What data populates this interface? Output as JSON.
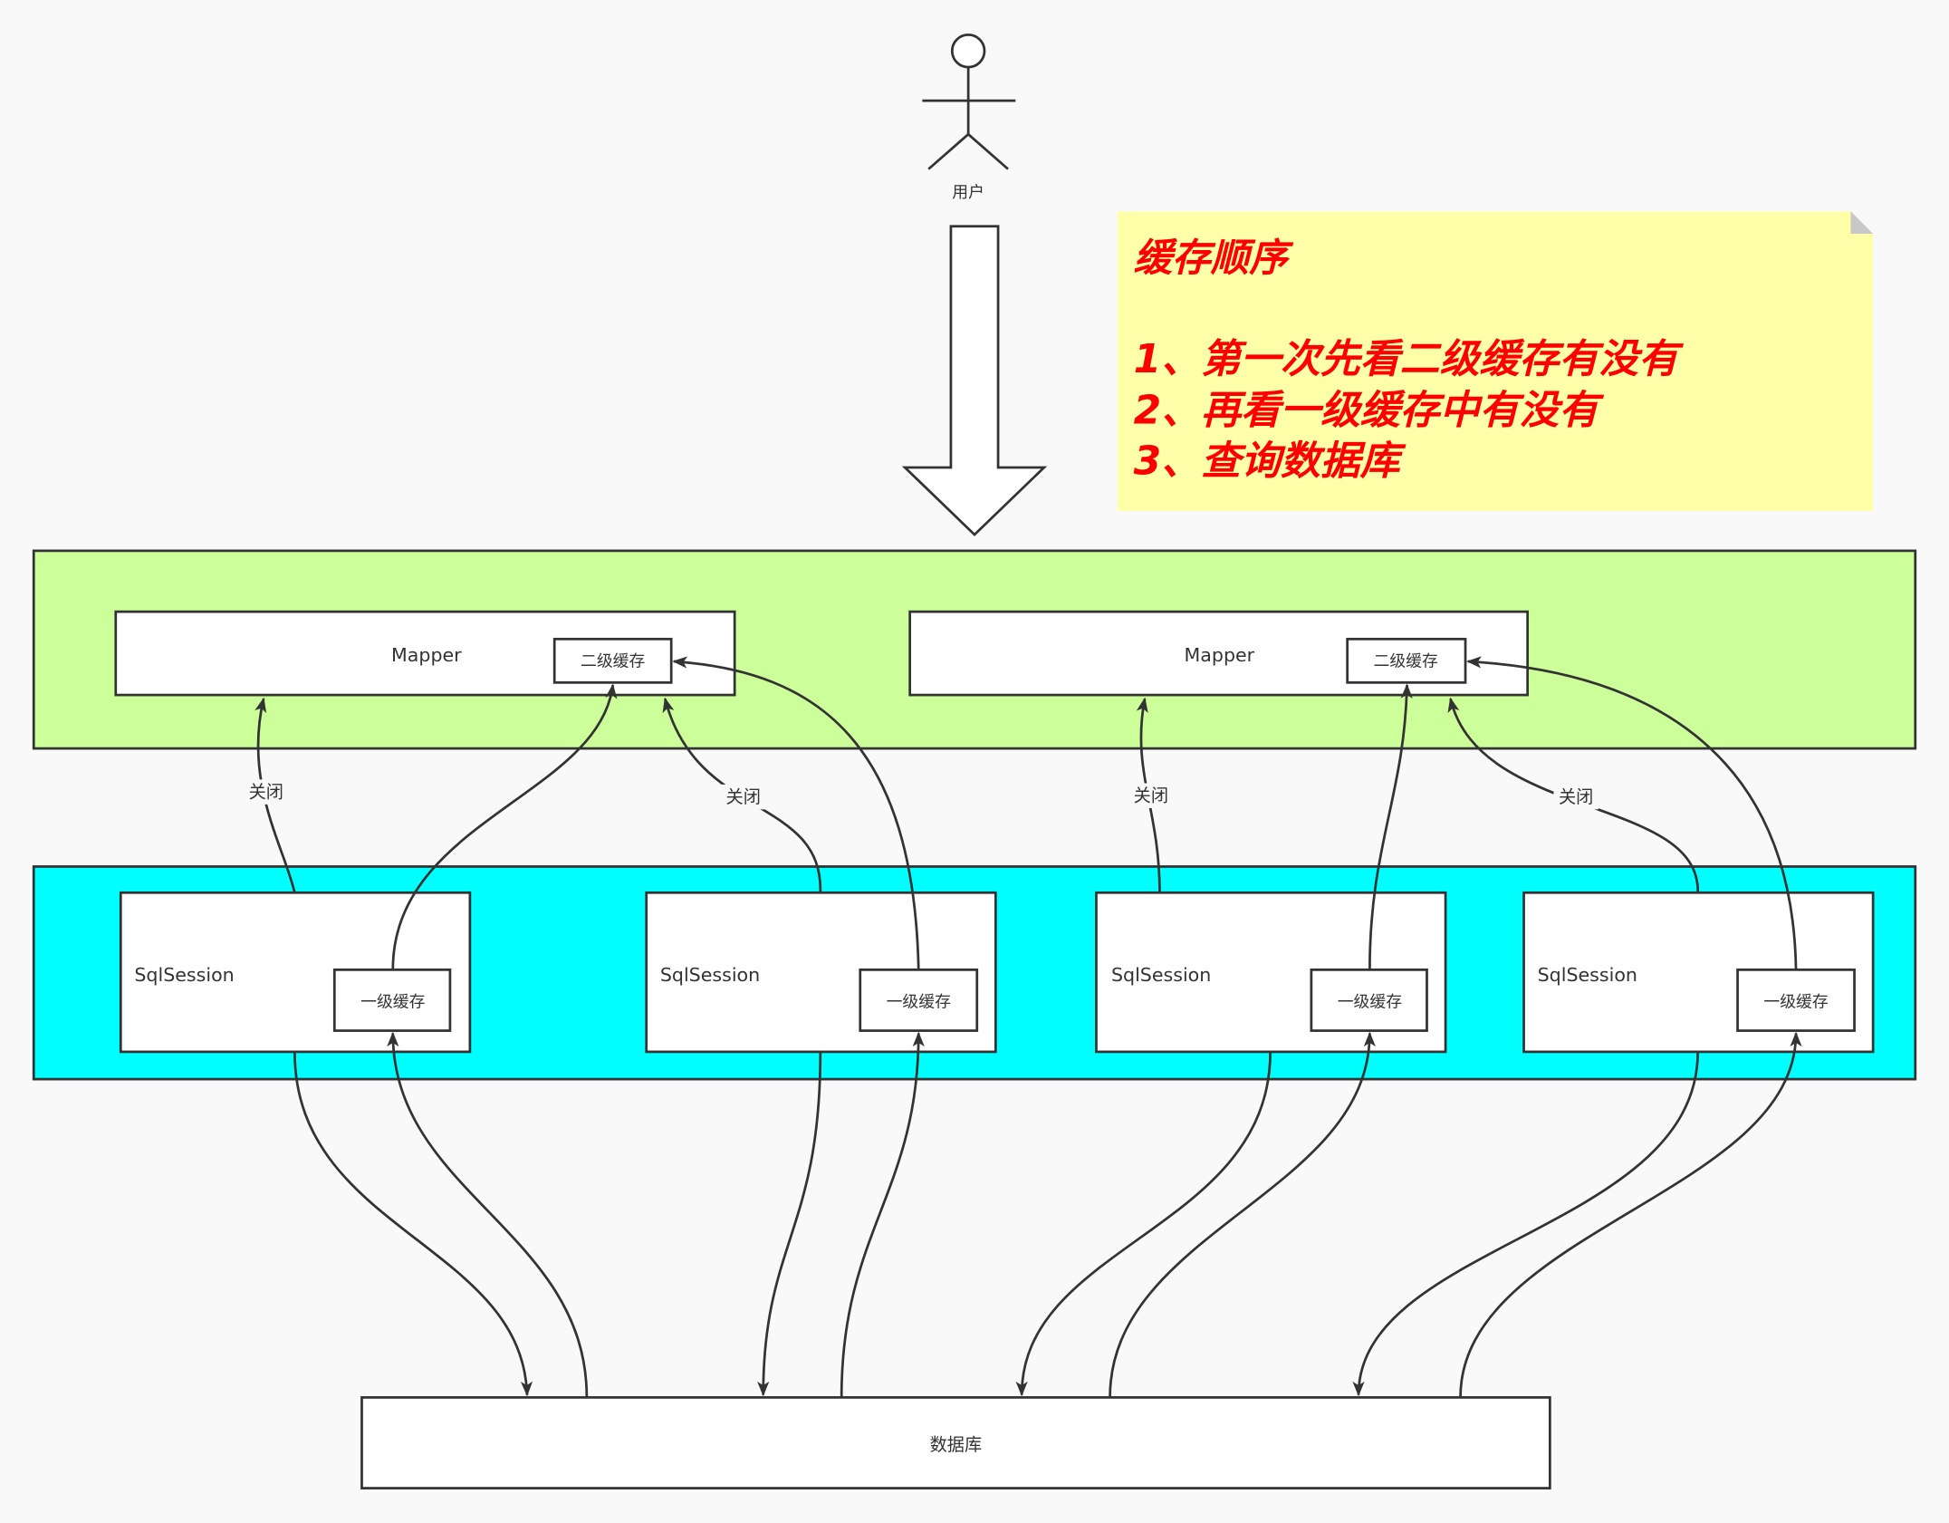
{
  "user": {
    "label": "用户"
  },
  "note": {
    "title": "缓存顺序",
    "lines": [
      "1、第一次先看二级缓存有没有",
      "2、再看一级缓存中有没有",
      "3、查询数据库"
    ],
    "fill": "#ffffaa",
    "text_color": "#ff0000"
  },
  "mapper_layer": {
    "fill": "#ccff99",
    "mappers": [
      {
        "label": "Mapper",
        "cache_label": "二级缓存"
      },
      {
        "label": "Mapper",
        "cache_label": "二级缓存"
      }
    ]
  },
  "session_layer": {
    "fill": "#00ffff",
    "sessions": [
      {
        "label": "SqlSession",
        "cache_label": "一级缓存",
        "close_label": "关闭"
      },
      {
        "label": "SqlSession",
        "cache_label": "一级缓存",
        "close_label": "关闭"
      },
      {
        "label": "SqlSession",
        "cache_label": "一级缓存",
        "close_label": "关闭"
      },
      {
        "label": "SqlSession",
        "cache_label": "一级缓存",
        "close_label": "关闭"
      }
    ]
  },
  "database": {
    "label": "数据库"
  }
}
